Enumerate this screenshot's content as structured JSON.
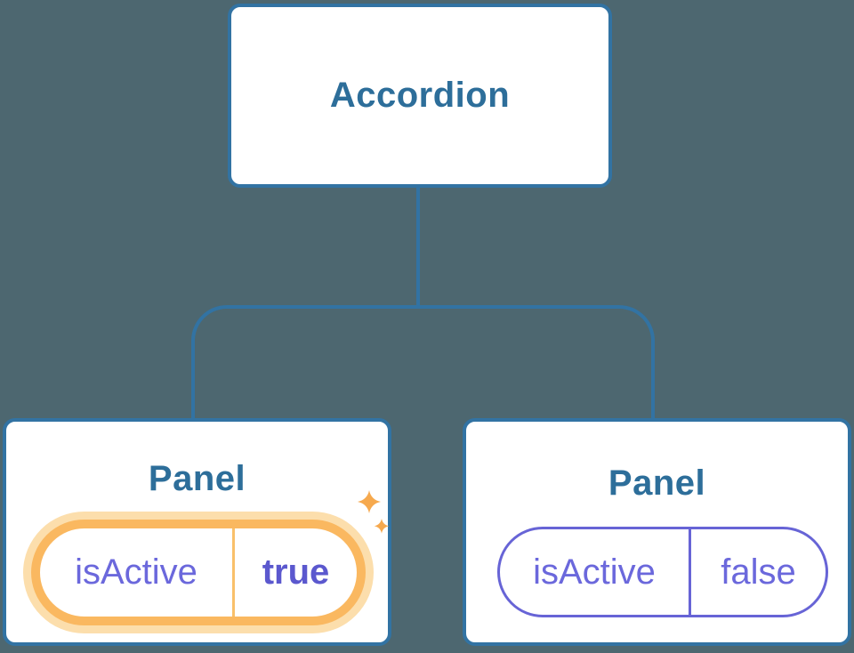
{
  "diagram": {
    "description": "Component tree: Accordion parent passing isActive prop to two Panel children",
    "root": {
      "label": "Accordion"
    },
    "panels": [
      {
        "title": "Panel",
        "prop_name": "isActive",
        "prop_value": "true",
        "state": "active",
        "icon": "sparkles-icon"
      },
      {
        "title": "Panel",
        "prop_name": "isActive",
        "prop_value": "false",
        "state": "inactive"
      }
    ]
  },
  "colors": {
    "background": "#4D6770",
    "node_fill": "#FFFFFF",
    "node_border": "#3273A3",
    "connector_line": "#3273A3",
    "title_text": "#2D6E9A",
    "prop_text": "#6B68DC",
    "prop_value_bold": "#5B58CE",
    "pill_border_inactive": "#6764D6",
    "pill_border_active": "#FAB860",
    "pill_glow_active": "#FCDEAC",
    "pill_divider_active": "#F9C06A",
    "sparkle": "#F6A94E"
  }
}
